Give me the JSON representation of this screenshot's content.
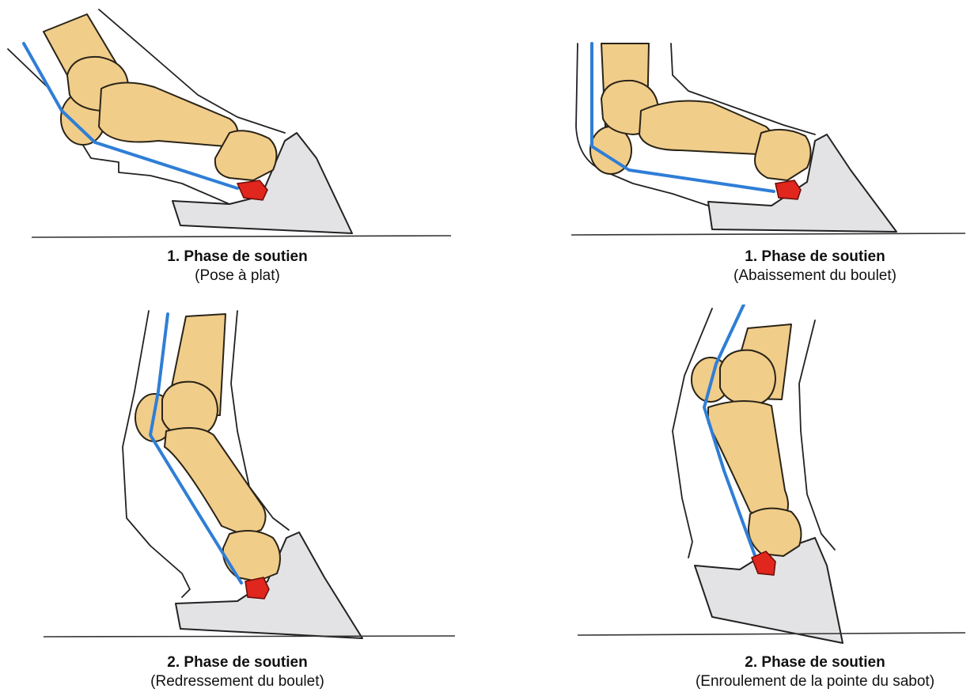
{
  "panels": [
    {
      "title": "1. Phase de soutien",
      "subtitle": "(Pose à plat)"
    },
    {
      "title": "1. Phase de soutien",
      "subtitle": "(Abaissement du boulet)"
    },
    {
      "title": "2. Phase de soutien",
      "subtitle": "(Redressement du boulet)"
    },
    {
      "title": "2. Phase de soutien",
      "subtitle": "(Enroulement de la pointe du sabot)"
    }
  ],
  "colors": {
    "bone": "#f1cd8a",
    "tendon": "#2f7ed6",
    "navicular": "#e0261d",
    "hoof": "#e3e3e5"
  }
}
